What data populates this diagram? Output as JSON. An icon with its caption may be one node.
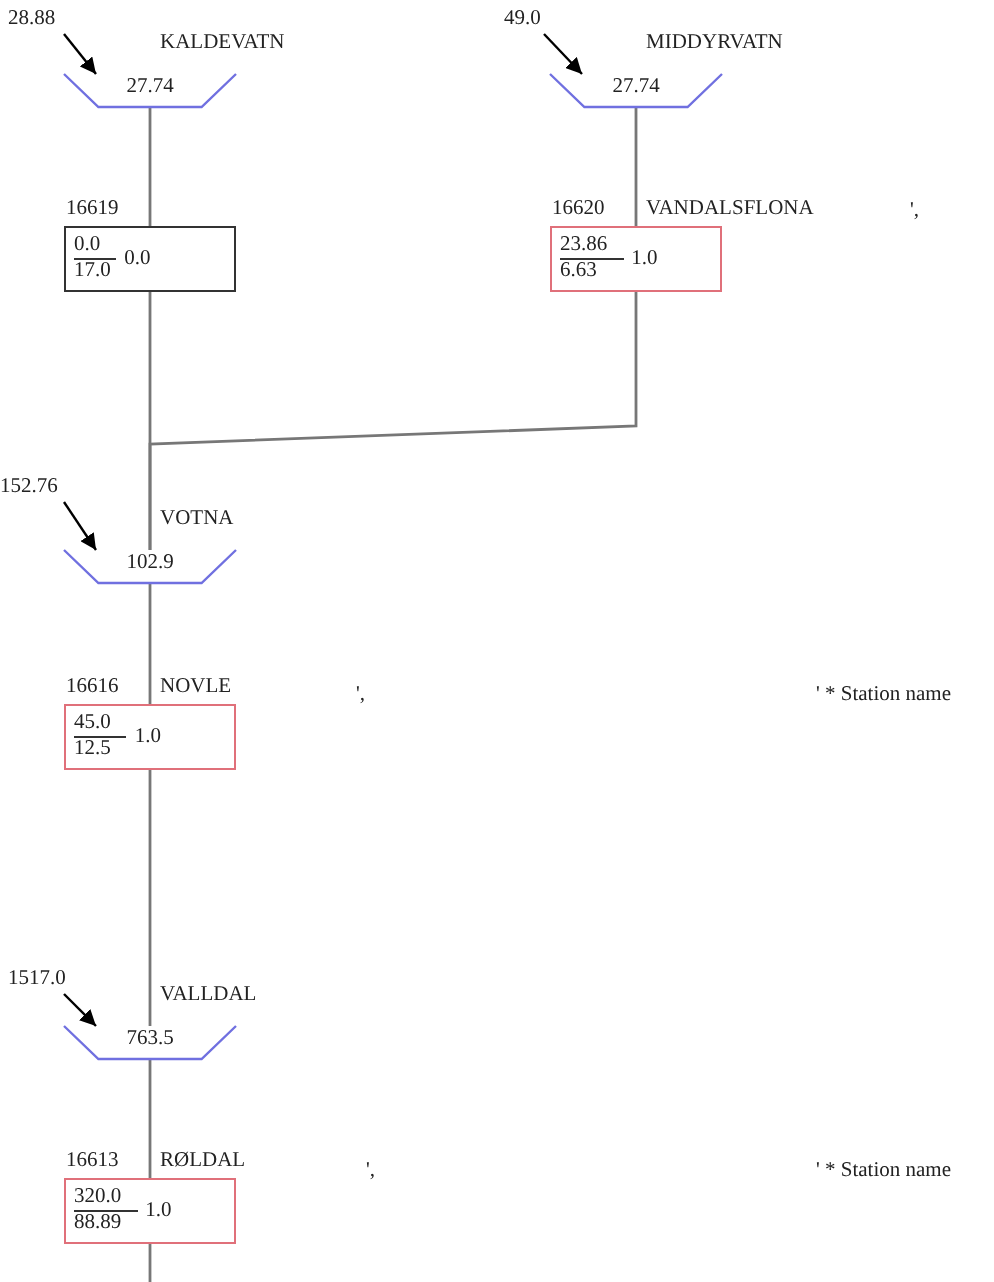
{
  "diagram": {
    "nodes": [
      {
        "text": [
          "28.88"
        ]
      },
      {
        "text": [
          "27.74"
        ],
        "beside": [
          "KALDEVATN"
        ]
      },
      {
        "text": [
          "49.0"
        ]
      },
      {
        "text": [
          "27.74"
        ],
        "beside": [
          "MIDDYRVATN"
        ]
      },
      {
        "text": [
          "0.0",
          "17.0",
          "0.0"
        ],
        "beside": [
          "16619"
        ]
      },
      {
        "text": [
          "23.86",
          "6.63",
          "1.0"
        ],
        "beside": [
          "16620",
          "VANDALSFLONA"
        ]
      },
      {
        "text": [
          "152.76"
        ]
      },
      {
        "text": [
          "102.9"
        ],
        "beside": [
          "VOTNA"
        ]
      },
      {
        "text": [
          "45.0",
          "12.5",
          "1.0"
        ],
        "beside": [
          "16616",
          "NOVLE"
        ]
      },
      {
        "text": [
          "1517.0"
        ]
      },
      {
        "text": [
          "763.5"
        ],
        "beside": [
          "VALLDAL"
        ]
      },
      {
        "text": [
          "320.0",
          "88.89",
          "1.0"
        ],
        "beside": [
          "16613",
          "RØLDAL"
        ]
      }
    ],
    "edges": [
      {
        "from": 0,
        "to": 1,
        "arrow": "to",
        "color": "#000000"
      },
      {
        "from": 2,
        "to": 3,
        "arrow": "to",
        "color": "#000000"
      },
      {
        "from": 1,
        "to": 4,
        "arrow": "none"
      },
      {
        "from": 3,
        "to": 5,
        "arrow": "none"
      },
      {
        "from": 4,
        "to": 7,
        "arrow": "none"
      },
      {
        "from": 5,
        "to": 7,
        "arrow": "none"
      },
      {
        "from": 6,
        "to": 7,
        "arrow": "to",
        "color": "#000000"
      },
      {
        "from": 7,
        "to": 8,
        "arrow": "none"
      },
      {
        "from": 9,
        "to": 10,
        "arrow": "to",
        "color": "#000000"
      },
      {
        "from": 8,
        "to": 10,
        "arrow": "none"
      },
      {
        "from": 10,
        "to": 11,
        "arrow": "none"
      },
      {
        "from": 11,
        "to": null,
        "arrow": "none"
      }
    ],
    "labels": [
      "',",
      "',",
      "' * Station name",
      "',",
      "' * Station name"
    ]
  }
}
